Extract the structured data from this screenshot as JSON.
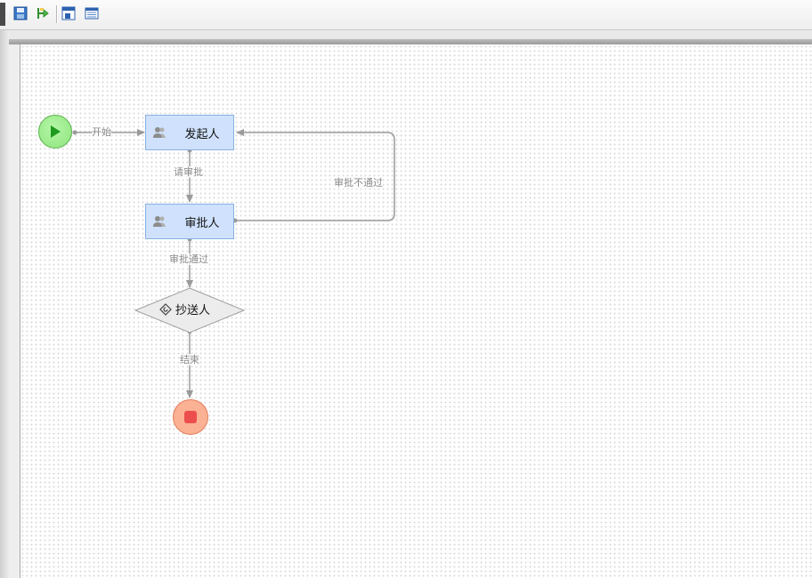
{
  "toolbar": {
    "buttons": [
      {
        "name": "save-icon",
        "label": ""
      },
      {
        "name": "deploy-icon",
        "label": ""
      },
      {
        "name": "window-icon",
        "label": ""
      },
      {
        "name": "list-icon",
        "label": ""
      }
    ]
  },
  "workflow": {
    "nodes": {
      "start": {
        "type": "start",
        "icon": "play-icon"
      },
      "initiator": {
        "type": "task",
        "label": "发起人",
        "icon": "users-icon"
      },
      "approver": {
        "type": "task",
        "label": "审批人",
        "icon": "users-icon"
      },
      "cc": {
        "type": "gateway",
        "label": "抄送人",
        "icon": "gateway-swirl-icon"
      },
      "end": {
        "type": "end",
        "icon": "stop-icon"
      }
    },
    "edges": {
      "start_to_initiator": {
        "label": "开始"
      },
      "initiator_to_approver": {
        "label": "请审批"
      },
      "approver_to_initiator": {
        "label": "审批不通过"
      },
      "approver_to_cc": {
        "label": "审批通过"
      },
      "cc_to_end": {
        "label": "结束"
      }
    }
  },
  "colors": {
    "start_fill": "#8ee37d",
    "task_fill": "#cfe1fc",
    "task_border": "#88b1e3",
    "end_fill": "#fbb193",
    "end_square": "#ec4e4e",
    "edge": "#9a9a9a"
  }
}
